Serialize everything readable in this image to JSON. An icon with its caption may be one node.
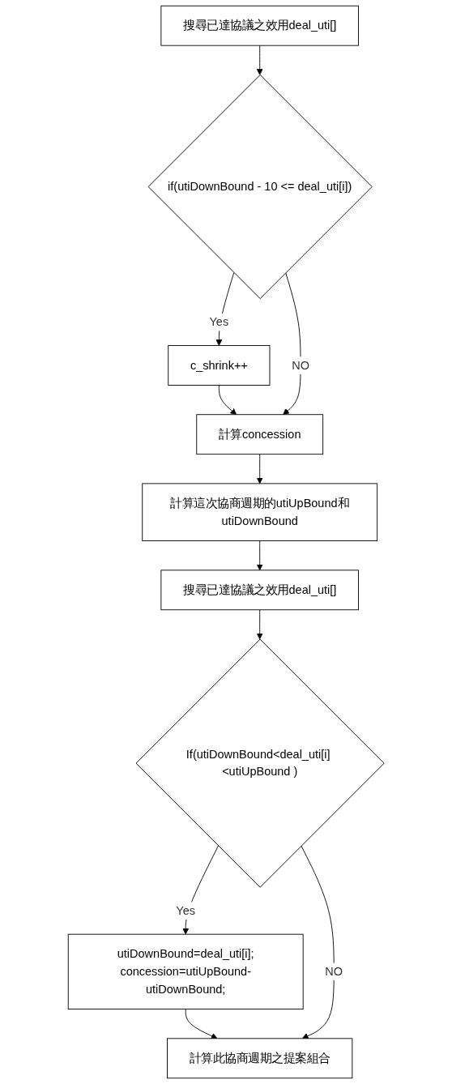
{
  "diagram": {
    "nodes": [
      {
        "text": [
          "搜尋已達協議之效用deal_uti[]"
        ]
      },
      {
        "text": [
          "if(utiDownBound - 10 <= deal_uti[i])"
        ]
      },
      {
        "text": [
          "c_shrink++"
        ]
      },
      {
        "text": [
          "計算concession"
        ]
      },
      {
        "text": [
          "計算這次協商週期的utiUpBound和utiDownBound"
        ]
      },
      {
        "text": [
          "搜尋已達協議之效用deal_uti[]"
        ]
      },
      {
        "text": [
          "If(utiDownBound<deal_uti[i] <utiUpBound )"
        ]
      },
      {
        "text": [
          "utiDownBound=deal_uti[i];",
          "concession=utiUpBound-utiDownBound;"
        ]
      },
      {
        "text": [
          "計算此協商週期之提案組合"
        ]
      }
    ],
    "edges": [
      {
        "from": 0,
        "to": 1,
        "arrow": "to"
      },
      {
        "from": 1,
        "to": 2,
        "label": "Yes",
        "arrow": "to"
      },
      {
        "from": 2,
        "to": 3,
        "arrow": "to"
      },
      {
        "from": 1,
        "to": 3,
        "label": "NO",
        "arrow": "to"
      },
      {
        "from": 3,
        "to": 4,
        "arrow": "to"
      },
      {
        "from": 4,
        "to": 5,
        "arrow": "to"
      },
      {
        "from": 5,
        "to": 6,
        "arrow": "to"
      },
      {
        "from": 6,
        "to": 7,
        "label": "Yes",
        "arrow": "to"
      },
      {
        "from": 7,
        "to": 8,
        "arrow": "to"
      },
      {
        "from": 6,
        "to": 8,
        "label": "NO",
        "arrow": "to"
      }
    ]
  }
}
